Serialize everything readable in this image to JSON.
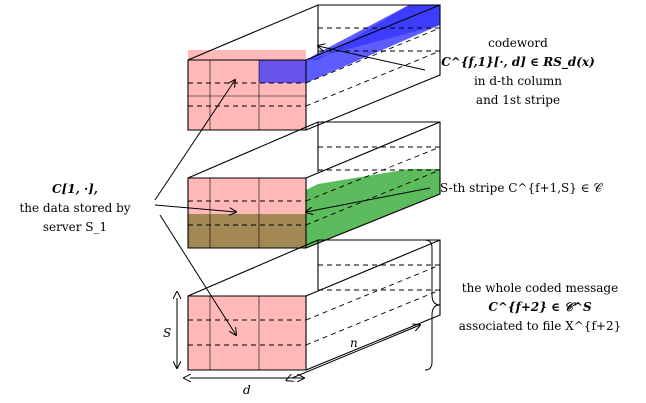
{
  "colors": {
    "red_fill": "#ff8080",
    "blue_fill": "#3333ff",
    "green_fill": "#33aa33",
    "olive_fill": "#8a6a2a",
    "line": "#000000"
  },
  "annotations": {
    "codeword": {
      "line1": "codeword",
      "line2": "C^{f,1}[·, d] ∈ RS_d(x)",
      "line3": "in d-th column",
      "line4": "and 1st stripe"
    },
    "server_data": {
      "line1": "C[1, ·],",
      "line2": "the data stored by",
      "line3": "server S_1"
    },
    "stripe": {
      "line1": "S-th stripe C^{f+1,S} ∈ 𝒞"
    },
    "whole_message": {
      "line1": "the whole coded message",
      "line2": "C^{f+2} ∈ 𝒞^S",
      "line3": "associated to file X^{f+2}"
    }
  },
  "dimensions": {
    "height_label": "S",
    "width_label": "d",
    "depth_label": "n"
  }
}
